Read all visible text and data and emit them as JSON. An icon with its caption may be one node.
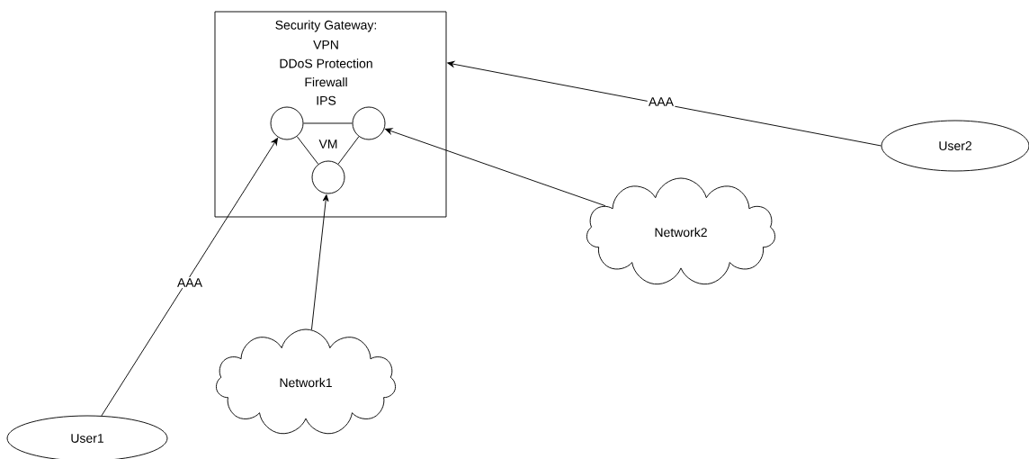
{
  "diagram": {
    "nodes": [
      {
        "text": [
          "Security Gateway:",
          "VPN",
          "DDoS Protection",
          "Firewall",
          "IPS"
        ]
      },
      {
        "text": [],
        "shape": "circle",
        "in": 0
      },
      {
        "text": [],
        "shape": "circle",
        "in": 0
      },
      {
        "text": [],
        "shape": "circle",
        "in": 0
      },
      {
        "text": [
          "User2"
        ]
      },
      {
        "text": [
          "Network2"
        ]
      },
      {
        "text": [
          "Network1"
        ]
      },
      {
        "text": [
          "User1"
        ]
      }
    ],
    "edges": [
      {
        "from": 1,
        "to": 2,
        "arrow": "none"
      },
      {
        "from": 1,
        "to": 3,
        "arrow": "none"
      },
      {
        "from": 2,
        "to": 3,
        "arrow": "none"
      },
      {
        "from": 4,
        "to": 0,
        "arrow": "to",
        "label": "AAA"
      },
      {
        "from": 5,
        "to": 2,
        "arrow": "to"
      },
      {
        "from": 6,
        "to": 3,
        "arrow": "to"
      },
      {
        "from": 7,
        "to": 1,
        "arrow": "to",
        "label": "AAA"
      }
    ],
    "labels": [
      "VM"
    ]
  }
}
